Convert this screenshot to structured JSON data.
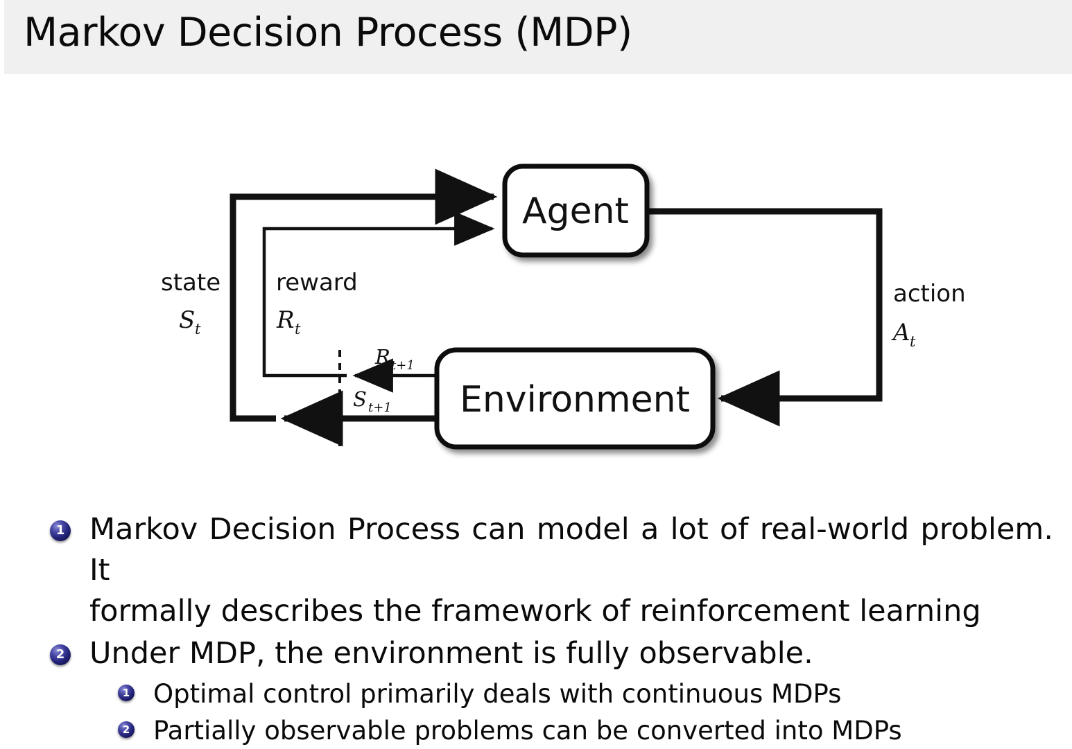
{
  "slide": {
    "title": "Markov Decision Process (MDP)"
  },
  "diagram": {
    "nodes": {
      "agent": "Agent",
      "environment": "Environment"
    },
    "labels": {
      "state_word": "state",
      "state_symbol": "S",
      "state_subscript": "t",
      "reward_word": "reward",
      "reward_symbol": "R",
      "reward_subscript": "t",
      "action_word": "action",
      "action_symbol": "A",
      "action_subscript": "t",
      "reward_next_symbol": "R",
      "reward_next_subscript": "t+1",
      "state_next_symbol": "S",
      "state_next_subscript": "t+1"
    }
  },
  "bullets": [
    {
      "level": 1,
      "number": "1",
      "line1": "Markov Decision Process can model a lot of real-world problem. It",
      "line2": "formally describes the framework of reinforcement learning"
    },
    {
      "level": 1,
      "number": "2",
      "line1": "Under MDP, the environment is fully observable.",
      "line2": ""
    },
    {
      "level": 2,
      "number": "1",
      "line1": "Optimal control primarily deals with continuous MDPs",
      "line2": ""
    },
    {
      "level": 2,
      "number": "2",
      "line1": "Partially observable problems can be converted into MDPs",
      "line2": ""
    }
  ],
  "colors": {
    "title_bar_background": "#f0f0f0",
    "page_background": "#ffffff",
    "text": "#0a0a0a",
    "bullet_marker": "#23237a",
    "diagram_stroke": "#111111"
  }
}
